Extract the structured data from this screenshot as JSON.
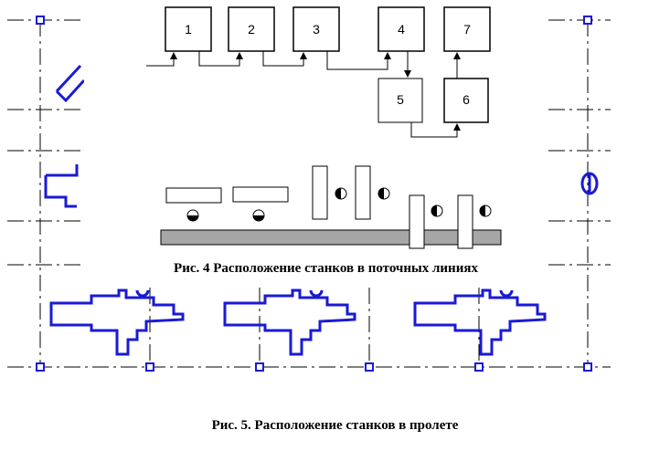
{
  "flow_blocks": [
    {
      "label": "1"
    },
    {
      "label": "2"
    },
    {
      "label": "3"
    },
    {
      "label": "4"
    },
    {
      "label": "5"
    },
    {
      "label": "6"
    },
    {
      "label": "7"
    }
  ],
  "captions": {
    "fig4": "Рис. 4 Расположение станков в поточных линиях",
    "fig5": "Рис. 5. Расположение станков в пролете"
  },
  "colors": {
    "line": "#000000",
    "plan_blue": "#1a1ad6",
    "conveyor": "#a6a6a6"
  }
}
